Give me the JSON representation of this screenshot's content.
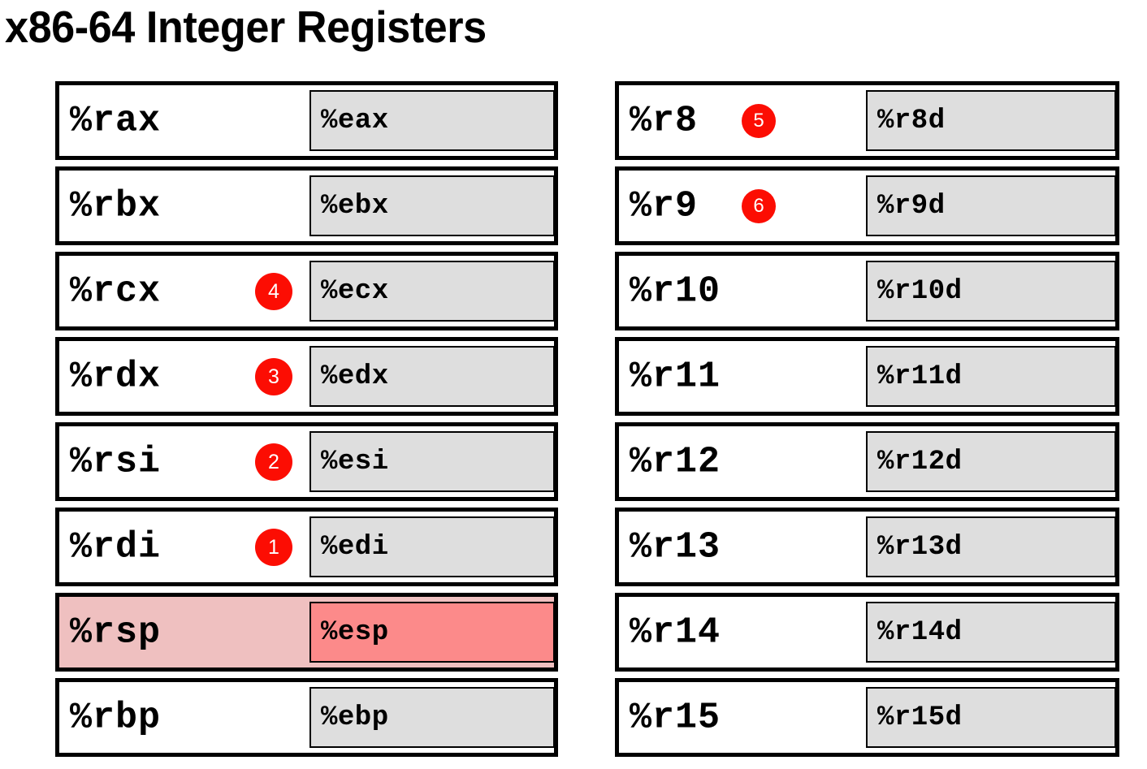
{
  "title": "x86-64 Integer Registers",
  "colors": {
    "badge_red": "#fc0d03",
    "subregister_gray": "#dedede",
    "highlight_outer_pink": "#efc0c0",
    "highlight_inner_pink": "#fc8a8a",
    "border_black": "#000000",
    "background_white": "#ffffff"
  },
  "columns": {
    "left": {
      "rows": [
        {
          "name": "%rax",
          "sub": "%eax",
          "badge": "",
          "highlight": false
        },
        {
          "name": "%rbx",
          "sub": "%ebx",
          "badge": "",
          "highlight": false
        },
        {
          "name": "%rcx",
          "sub": "%ecx",
          "badge": "4",
          "highlight": false
        },
        {
          "name": "%rdx",
          "sub": "%edx",
          "badge": "3",
          "highlight": false
        },
        {
          "name": "%rsi",
          "sub": "%esi",
          "badge": "2",
          "highlight": false
        },
        {
          "name": "%rdi",
          "sub": "%edi",
          "badge": "1",
          "highlight": false
        },
        {
          "name": "%rsp",
          "sub": "%esp",
          "badge": "",
          "highlight": true
        },
        {
          "name": "%rbp",
          "sub": "%ebp",
          "badge": "",
          "highlight": false
        }
      ]
    },
    "right": {
      "rows": [
        {
          "name": "%r8",
          "sub": "%r8d",
          "badge": "5",
          "highlight": false
        },
        {
          "name": "%r9",
          "sub": "%r9d",
          "badge": "6",
          "highlight": false
        },
        {
          "name": "%r10",
          "sub": "%r10d",
          "badge": "",
          "highlight": false
        },
        {
          "name": "%r11",
          "sub": "%r11d",
          "badge": "",
          "highlight": false
        },
        {
          "name": "%r12",
          "sub": "%r12d",
          "badge": "",
          "highlight": false
        },
        {
          "name": "%r13",
          "sub": "%r13d",
          "badge": "",
          "highlight": false
        },
        {
          "name": "%r14",
          "sub": "%r14d",
          "badge": "",
          "highlight": false
        },
        {
          "name": "%r15",
          "sub": "%r15d",
          "badge": "",
          "highlight": false
        }
      ]
    }
  }
}
